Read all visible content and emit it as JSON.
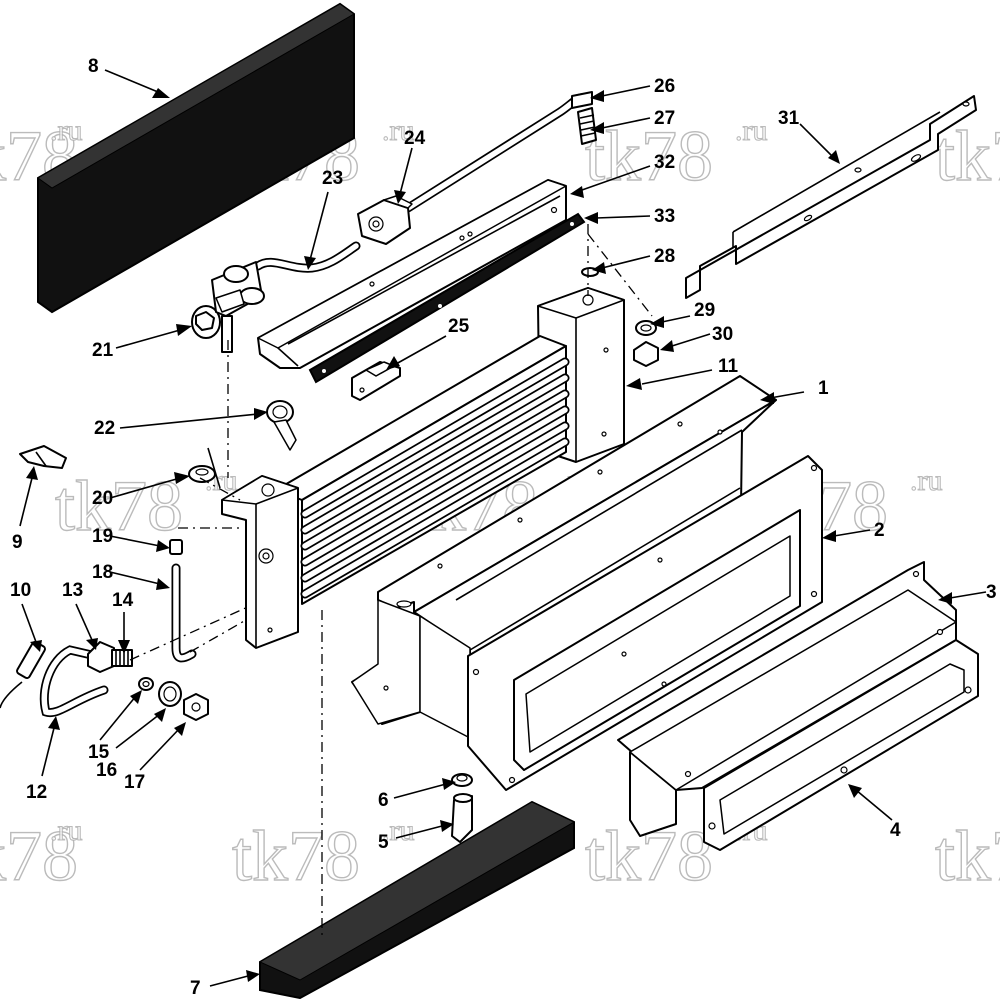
{
  "watermark": {
    "main": "tk78",
    "suffix": ".ru"
  },
  "callouts": [
    "1",
    "2",
    "3",
    "4",
    "5",
    "6",
    "7",
    "8",
    "9",
    "10",
    "11",
    "12",
    "13",
    "14",
    "15",
    "16",
    "17",
    "18",
    "19",
    "20",
    "21",
    "22",
    "23",
    "24",
    "25",
    "26",
    "27",
    "28",
    "29",
    "30",
    "31",
    "32",
    "33"
  ]
}
